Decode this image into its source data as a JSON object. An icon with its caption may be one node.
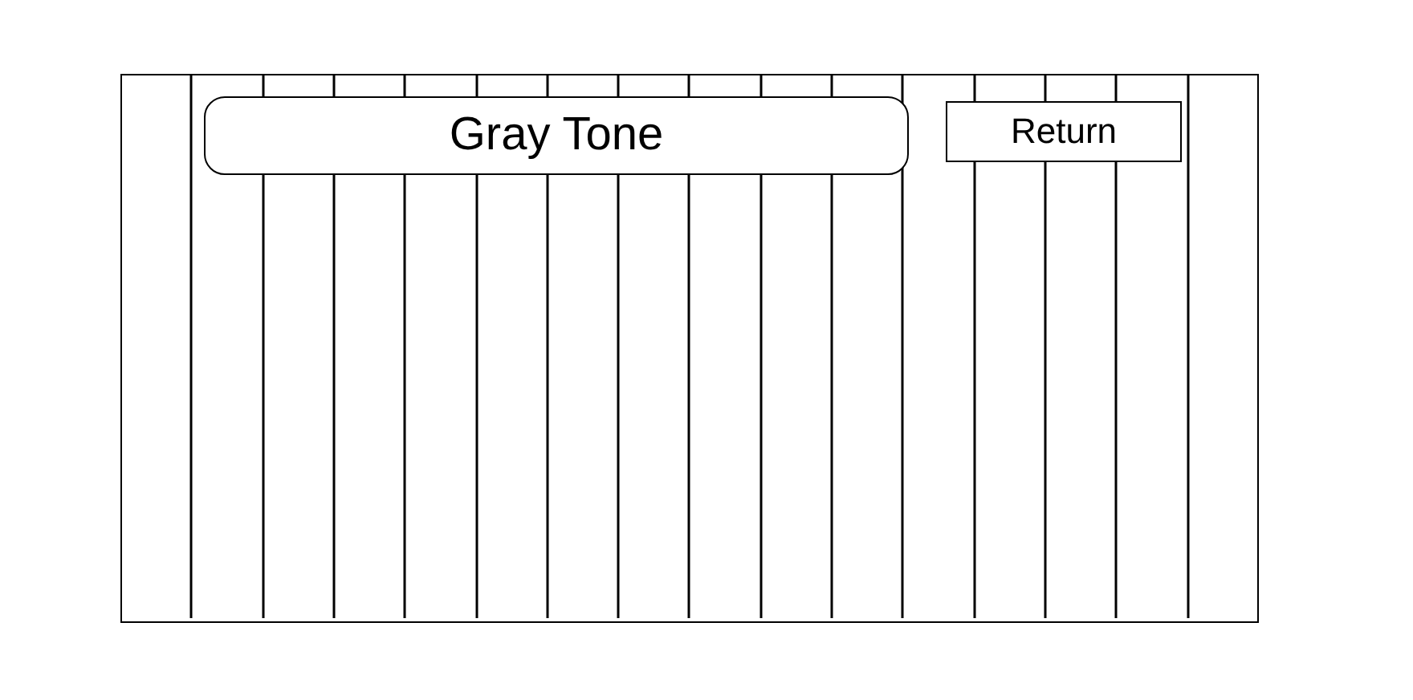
{
  "diagram": {
    "nodes": [
      {
        "text": [],
        "shape": "box"
      },
      {
        "text": [
          "Gray Tone"
        ],
        "in": 0
      },
      {
        "text": [
          "Return"
        ],
        "in": 0
      }
    ],
    "edges": []
  }
}
